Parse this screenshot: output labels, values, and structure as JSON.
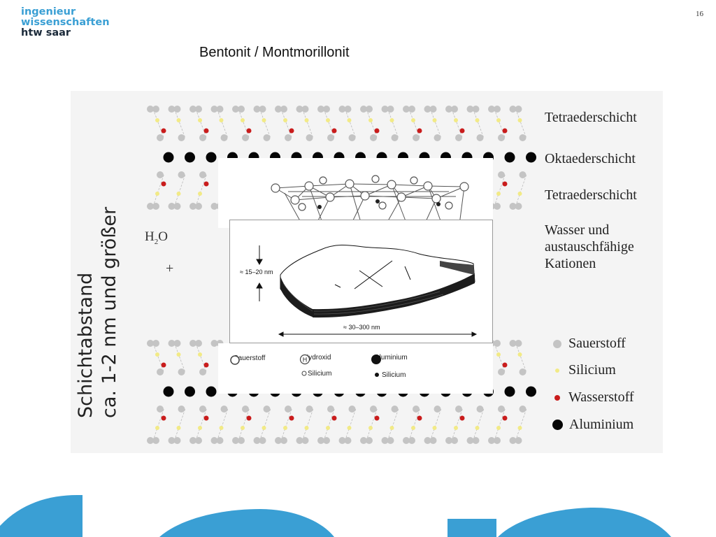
{
  "logo": {
    "line1": "ingenieur",
    "line2": "wissenschaften",
    "line3": "htw saar"
  },
  "page_number": "16",
  "title": "Bentonit / Montmorillonit",
  "figure": {
    "axis_label_line1": "Schichtabstand",
    "axis_label_line2": "ca. 1-2 nm und größer",
    "water_label": "H2O",
    "plus": "+",
    "layers": [
      {
        "label": "Tetraederschicht"
      },
      {
        "label": "Oktaederschicht"
      },
      {
        "label": "Tetraederschicht"
      },
      {
        "label": "Wasser und\naustauschfähige\nKationen"
      }
    ],
    "legend": [
      {
        "label": "Sauerstoff",
        "color": "#c4c4c4",
        "size": 12
      },
      {
        "label": "Silicium",
        "color": "#f2ea86",
        "size": 6
      },
      {
        "label": "Wasserstoff",
        "color": "#c91c1c",
        "size": 8
      },
      {
        "label": "Aluminium",
        "color": "#050505",
        "size": 15
      }
    ]
  },
  "inset": {
    "thickness_label": "≈ 15–20 nm",
    "width_label": "≈ 30–300 nm",
    "legend": [
      {
        "label": "Sauerstoff",
        "symbol": "open-circle"
      },
      {
        "label": "Hydroxid",
        "symbol": "h-circle"
      },
      {
        "label": "Aluminium",
        "symbol": "black-circle"
      },
      {
        "label": "Silicium",
        "symbol": "small-open-circle"
      },
      {
        "label": "Silicium",
        "symbol": "small-black-dot"
      }
    ]
  }
}
